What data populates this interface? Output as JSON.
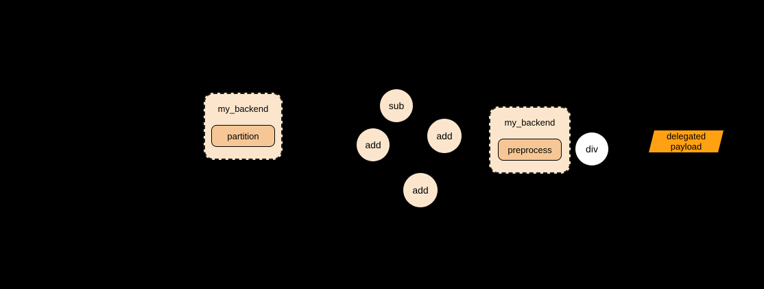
{
  "colors": {
    "background": "#000000",
    "cluster_fill": "#FBE6CD",
    "cluster_border": "#1A1A1A",
    "op_fill": "#F6C795",
    "op_border": "#000000",
    "node_fill": "#FBE6CD",
    "div_node_fill": "#FFFFFF",
    "payload_fill": "#FFA113",
    "text": "#000000"
  },
  "clusters": [
    {
      "label": "my_backend",
      "op": "partition"
    },
    {
      "label": "my_backend",
      "op": "preprocess"
    }
  ],
  "nodes": [
    {
      "label": "sub"
    },
    {
      "label": "add"
    },
    {
      "label": "add"
    },
    {
      "label": "add"
    },
    {
      "label": "div"
    }
  ],
  "payload": {
    "line1": "delegated",
    "line2": "payload"
  }
}
